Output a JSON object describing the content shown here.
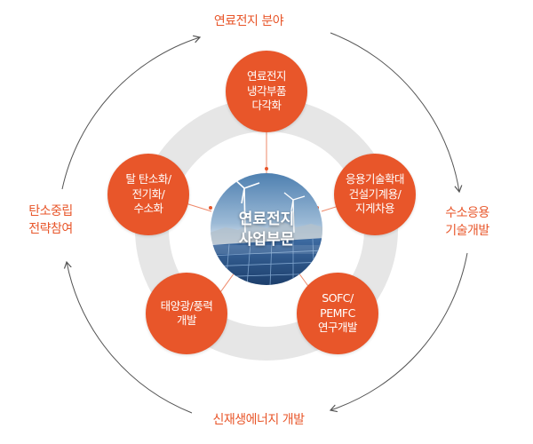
{
  "colors": {
    "accent": "#e8562a",
    "ring": "#e6e6e6",
    "arrow": "#555555"
  },
  "outer_labels": {
    "top": [
      "연료전지 분야"
    ],
    "right": [
      "수소응용",
      "기술개발"
    ],
    "bottom": [
      "신재생에너지 개발"
    ],
    "left": [
      "탄소중립",
      "전략참여"
    ]
  },
  "center": {
    "lines": [
      "연료전지",
      "사업부문"
    ],
    "image": "solar-wind-photo"
  },
  "nodes": [
    {
      "id": "top",
      "lines": [
        "연료전지",
        "냉각부품",
        "다각화"
      ]
    },
    {
      "id": "right",
      "lines": [
        "응용기술확대",
        "건설기계용/",
        "지게차용"
      ]
    },
    {
      "id": "bottom-right",
      "lines": [
        "SOFC/",
        "PEMFC",
        "연구개발"
      ]
    },
    {
      "id": "bottom-left",
      "lines": [
        "태양광/풍력",
        "개발"
      ]
    },
    {
      "id": "left",
      "lines": [
        "탈 탄소화/",
        "전기화/",
        "수소화"
      ]
    }
  ],
  "icons": [
    "arrow-head-icon",
    "wind-turbine-icon",
    "solar-panel-icon"
  ]
}
